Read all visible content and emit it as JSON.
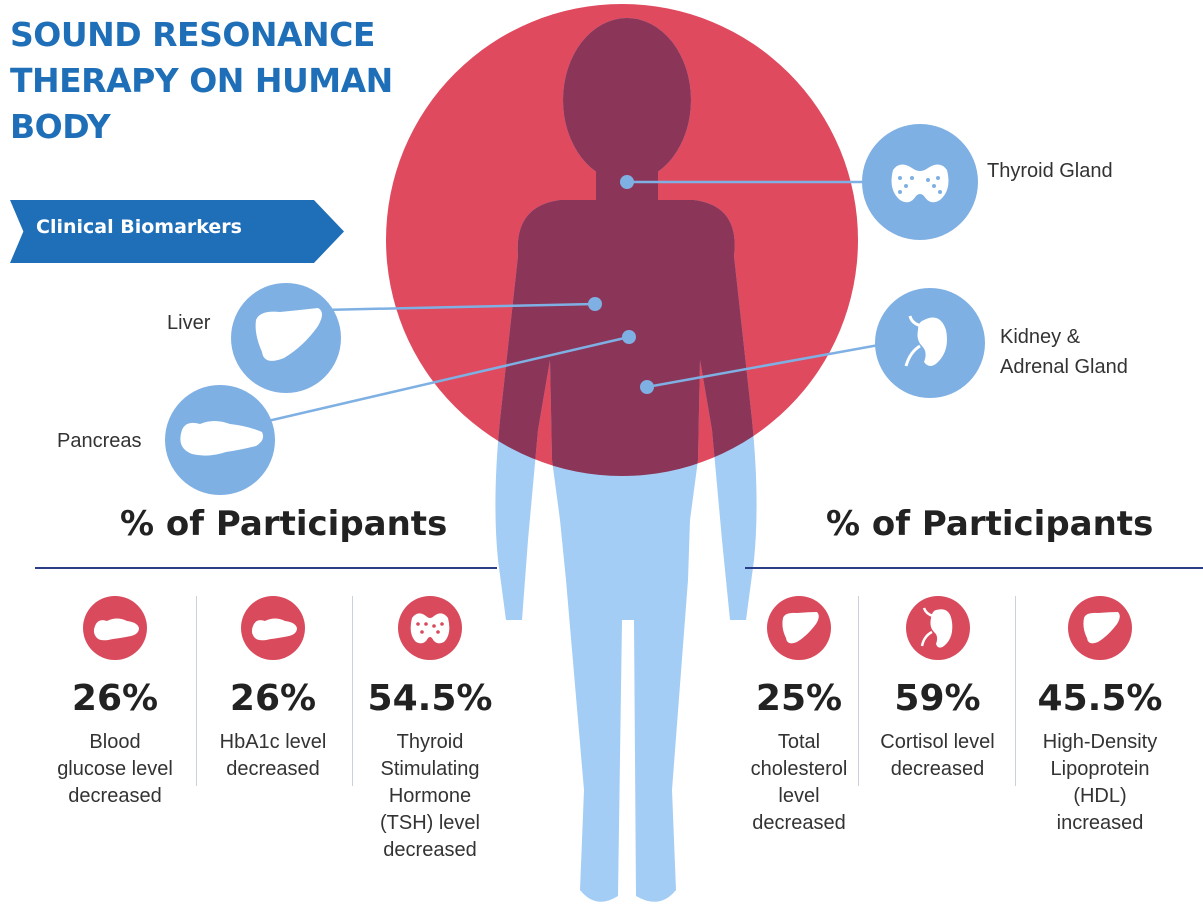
{
  "title": {
    "lines": [
      "SOUND RESONANCE",
      "THERAPY ON HUMAN",
      "BODY"
    ]
  },
  "banner": {
    "label": "Clinical Biomarkers"
  },
  "organs": {
    "thyroid": {
      "label": "Thyroid Gland",
      "icon": "thyroid-icon"
    },
    "liver": {
      "label": "Liver",
      "icon": "liver-icon"
    },
    "pancreas": {
      "label": "Pancreas",
      "icon": "pancreas-icon"
    },
    "kidney": {
      "label_lines": [
        "Kidney &",
        "Adrenal Gland"
      ],
      "icon": "kidney-icon"
    }
  },
  "left_panel": {
    "header": "% of Participants",
    "stats": [
      {
        "value": "26%",
        "desc_lines": [
          "Blood",
          "glucose level",
          "decreased"
        ],
        "icon": "pancreas-icon"
      },
      {
        "value": "26%",
        "desc_lines": [
          "HbA1c level",
          "decreased"
        ],
        "icon": "pancreas-icon"
      },
      {
        "value": "54.5%",
        "desc_lines": [
          "Thyroid",
          "Stimulating",
          "Hormone",
          "(TSH) level",
          "decreased"
        ],
        "icon": "thyroid-icon"
      }
    ]
  },
  "right_panel": {
    "header": "% of Participants",
    "stats": [
      {
        "value": "25%",
        "desc_lines": [
          "Total",
          "cholesterol",
          "level",
          "decreased"
        ],
        "icon": "liver-icon"
      },
      {
        "value": "59%",
        "desc_lines": [
          "Cortisol level",
          "decreased"
        ],
        "icon": "kidney-icon"
      },
      {
        "value": "45.5%",
        "desc_lines": [
          "High-Density",
          "Lipoprotein",
          "(HDL)",
          "increased"
        ],
        "icon": "liver-icon"
      }
    ]
  },
  "colors": {
    "title_blue": "#1f6fb8",
    "red_circle": "#e04a5e",
    "body_blue": "#a3cdf5",
    "body_overlap": "#8b3558",
    "organ_circle": "#7fb0e4",
    "stat_icon_red": "#d94a5c",
    "rule_navy": "#2b3d86"
  }
}
